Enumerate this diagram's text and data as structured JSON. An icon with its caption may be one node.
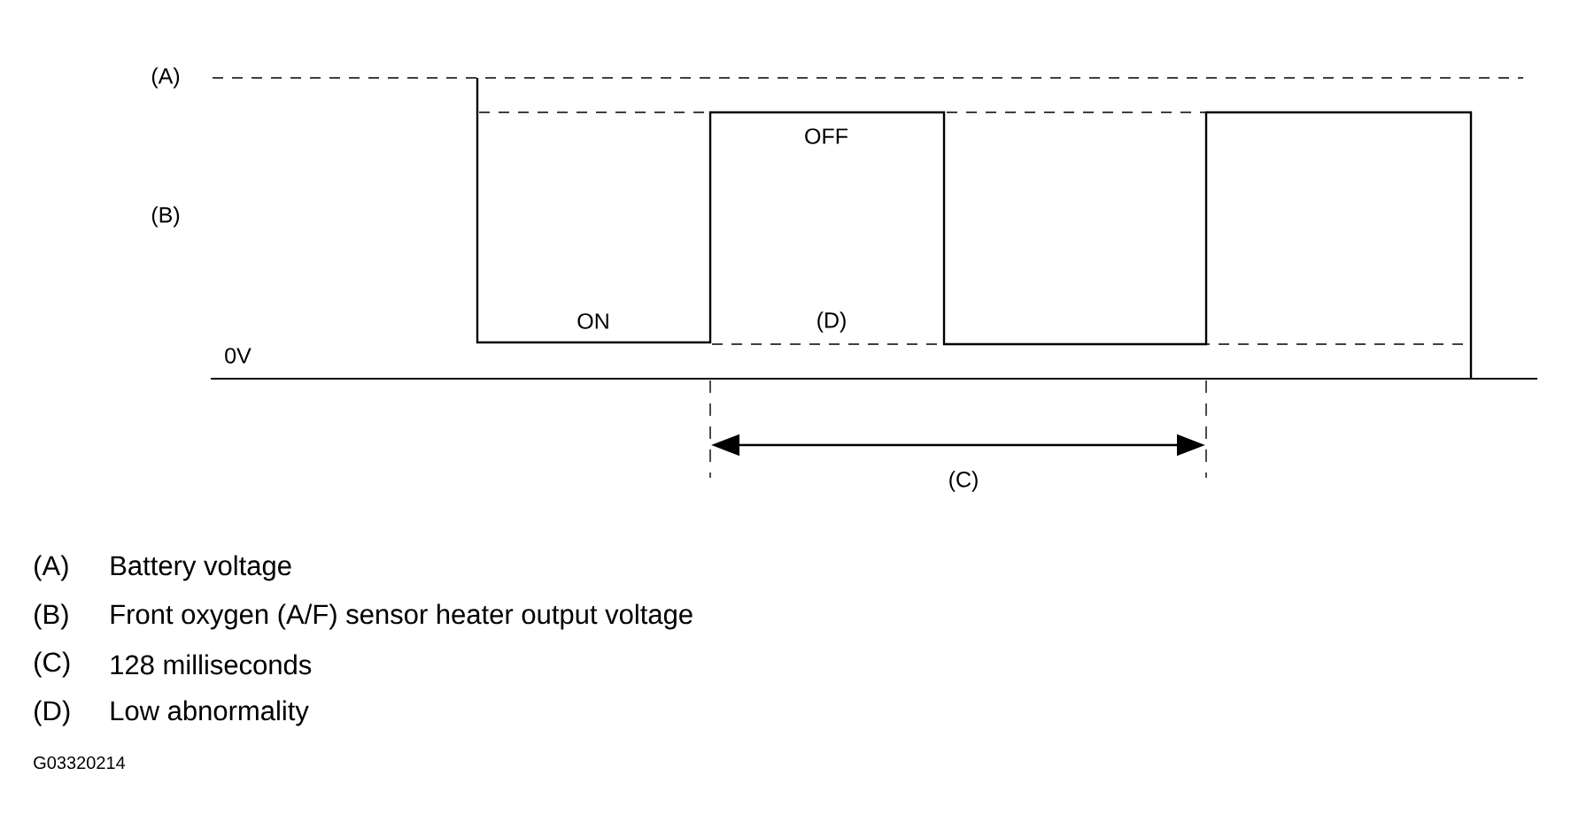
{
  "diagram": {
    "labels": [
      "(A)",
      "(B)",
      "OFF",
      "ON",
      "(D)",
      "0V",
      "(C)",
      "(A)",
      "Battery voltage",
      "(B)",
      "Front oxygen (A/F) sensor heater output voltage",
      "(C)",
      "128 milliseconds",
      "(D)",
      "Low abnormality",
      "G03320214"
    ]
  }
}
